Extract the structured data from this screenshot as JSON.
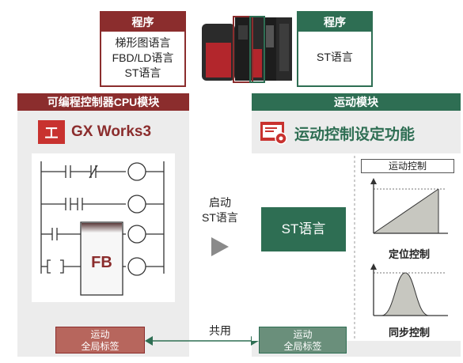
{
  "callouts": {
    "left": {
      "header": "程序",
      "lines": [
        "梯形图语言",
        "FBD/LD语言",
        "ST语言"
      ]
    },
    "right": {
      "header": "程序",
      "line": "ST语言"
    }
  },
  "panels": {
    "left": {
      "header": "可编程控制器CPU模块",
      "app_title": "GX Works3",
      "fb_label": "FB",
      "global_label": [
        "运动",
        "全局标签"
      ]
    },
    "right": {
      "header": "运动模块",
      "app_title": "运动控制设定功能",
      "st_label": "ST语言",
      "motion_control": "运动控制",
      "positioning": "定位控制",
      "sync": "同步控制",
      "global_label": [
        "运动",
        "全局标签"
      ]
    }
  },
  "middle": {
    "start_lines": [
      "启动",
      "ST语言"
    ],
    "shared": "共用"
  },
  "icons": [
    "gx-works3-logo-icon",
    "motion-setting-icon",
    "play-arrow-icon",
    "double-arrow-icon"
  ],
  "colors": {
    "red": "#8b2d2d",
    "green": "#2e6e53",
    "panel_bg": "#ececec"
  }
}
